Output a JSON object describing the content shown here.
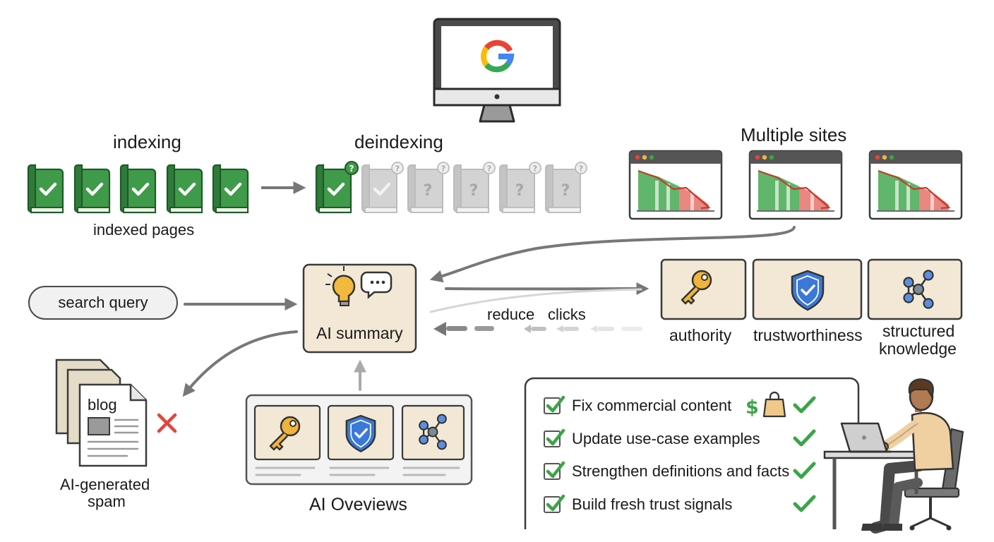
{
  "labels": {
    "indexing": "indexing",
    "deindexing": "deindexing",
    "indexed_pages": "indexed pages",
    "multiple_sites": "Multiple sites",
    "search_query": "search query",
    "ai_summary": "AI summary",
    "reduce": "reduce",
    "clicks": "clicks",
    "authority": "authority",
    "trustworthiness": "trustworthiness",
    "structured": "structured",
    "knowledge": "knowledge",
    "blog": "blog",
    "ai_generated": "AI-generated",
    "spam": "spam",
    "ai_overviews": "AI Oveviews"
  },
  "checklist": [
    {
      "text": "Fix commercial content",
      "checked": true
    },
    {
      "text": "Update use-case examples",
      "checked": true
    },
    {
      "text": "Strengthen definitions and facts",
      "checked": true
    },
    {
      "text": "Build fresh trust signals",
      "checked": true
    }
  ],
  "colors": {
    "book_green": "#3f9b4a",
    "book_gray": "#cfcfcf",
    "panel_beige": "#f2e8d5",
    "key_gold": "#f0b43a",
    "shield_blue": "#3b78d8",
    "check_green": "#3aa548",
    "cross_red": "#e0463a"
  },
  "icons": [
    "monitor-icon",
    "google-logo",
    "book-check-icon",
    "book-question-icon",
    "browser-chart-icon",
    "lightbulb-icon",
    "chat-bubble-icon",
    "key-icon",
    "shield-check-icon",
    "network-icon",
    "document-icon",
    "cross-icon",
    "dollar-icon",
    "shopping-bag-icon",
    "person-laptop-icon"
  ]
}
